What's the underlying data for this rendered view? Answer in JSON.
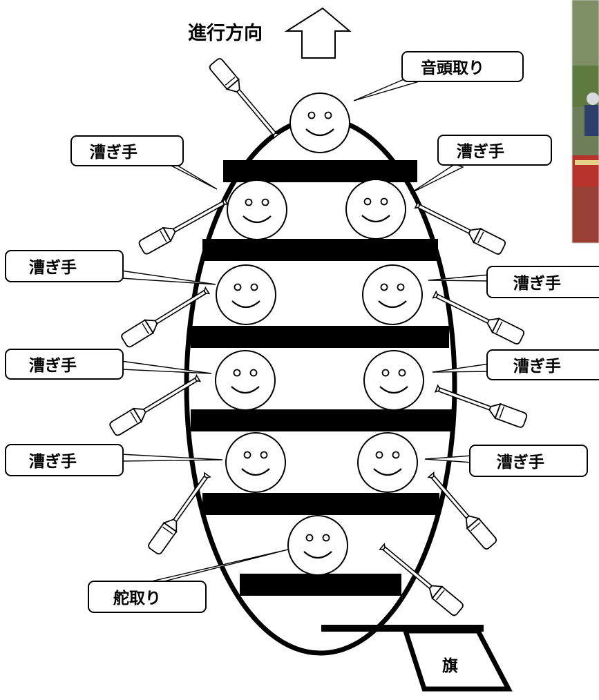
{
  "diagram": {
    "heading": "進行方向",
    "labels": {
      "caller": "音頭取り",
      "rower": "漕ぎ手",
      "steerer": "舵取り",
      "flag": "旗"
    }
  },
  "colors": {
    "line": "#000000",
    "fill": "#ffffff",
    "photo_green": "#4f6e33",
    "photo_red": "#b8322b"
  }
}
